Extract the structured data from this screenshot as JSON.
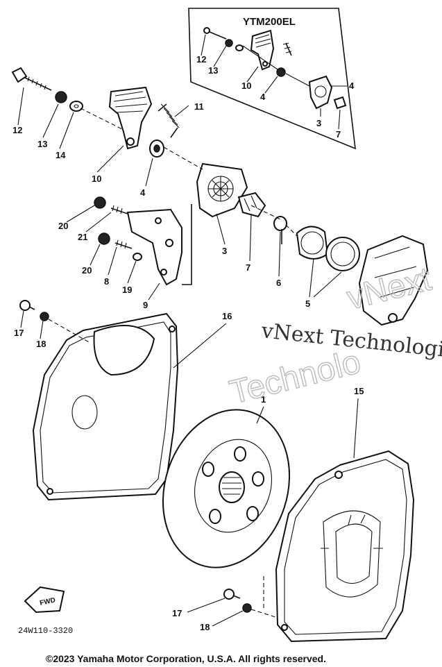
{
  "diagram": {
    "inset_model": "YTM200EL",
    "part_code": "24W110-3320",
    "fwd_label": "FWD",
    "copyright": "©2023 Yamaha Motor Corporation, U.S.A. All rights reserved.",
    "watermark_line1": "vNext Technologi",
    "watermark_line2": "Technolo",
    "watermark_line3": "vNext"
  },
  "callouts": {
    "c1": "1",
    "c3": "3",
    "c3b": "3",
    "c4": "4",
    "c4b": "4",
    "c4c": "4",
    "c5": "5",
    "c6": "6",
    "c7": "7",
    "c7b": "7",
    "c8": "8",
    "c9": "9",
    "c10": "10",
    "c10b": "10",
    "c11": "11",
    "c12": "12",
    "c12b": "12",
    "c13": "13",
    "c13b": "13",
    "c14": "14",
    "c15": "15",
    "c16": "16",
    "c17": "17",
    "c17b": "17",
    "c18": "18",
    "c18b": "18",
    "c19": "19",
    "c20": "20",
    "c20b": "20",
    "c21": "21"
  }
}
